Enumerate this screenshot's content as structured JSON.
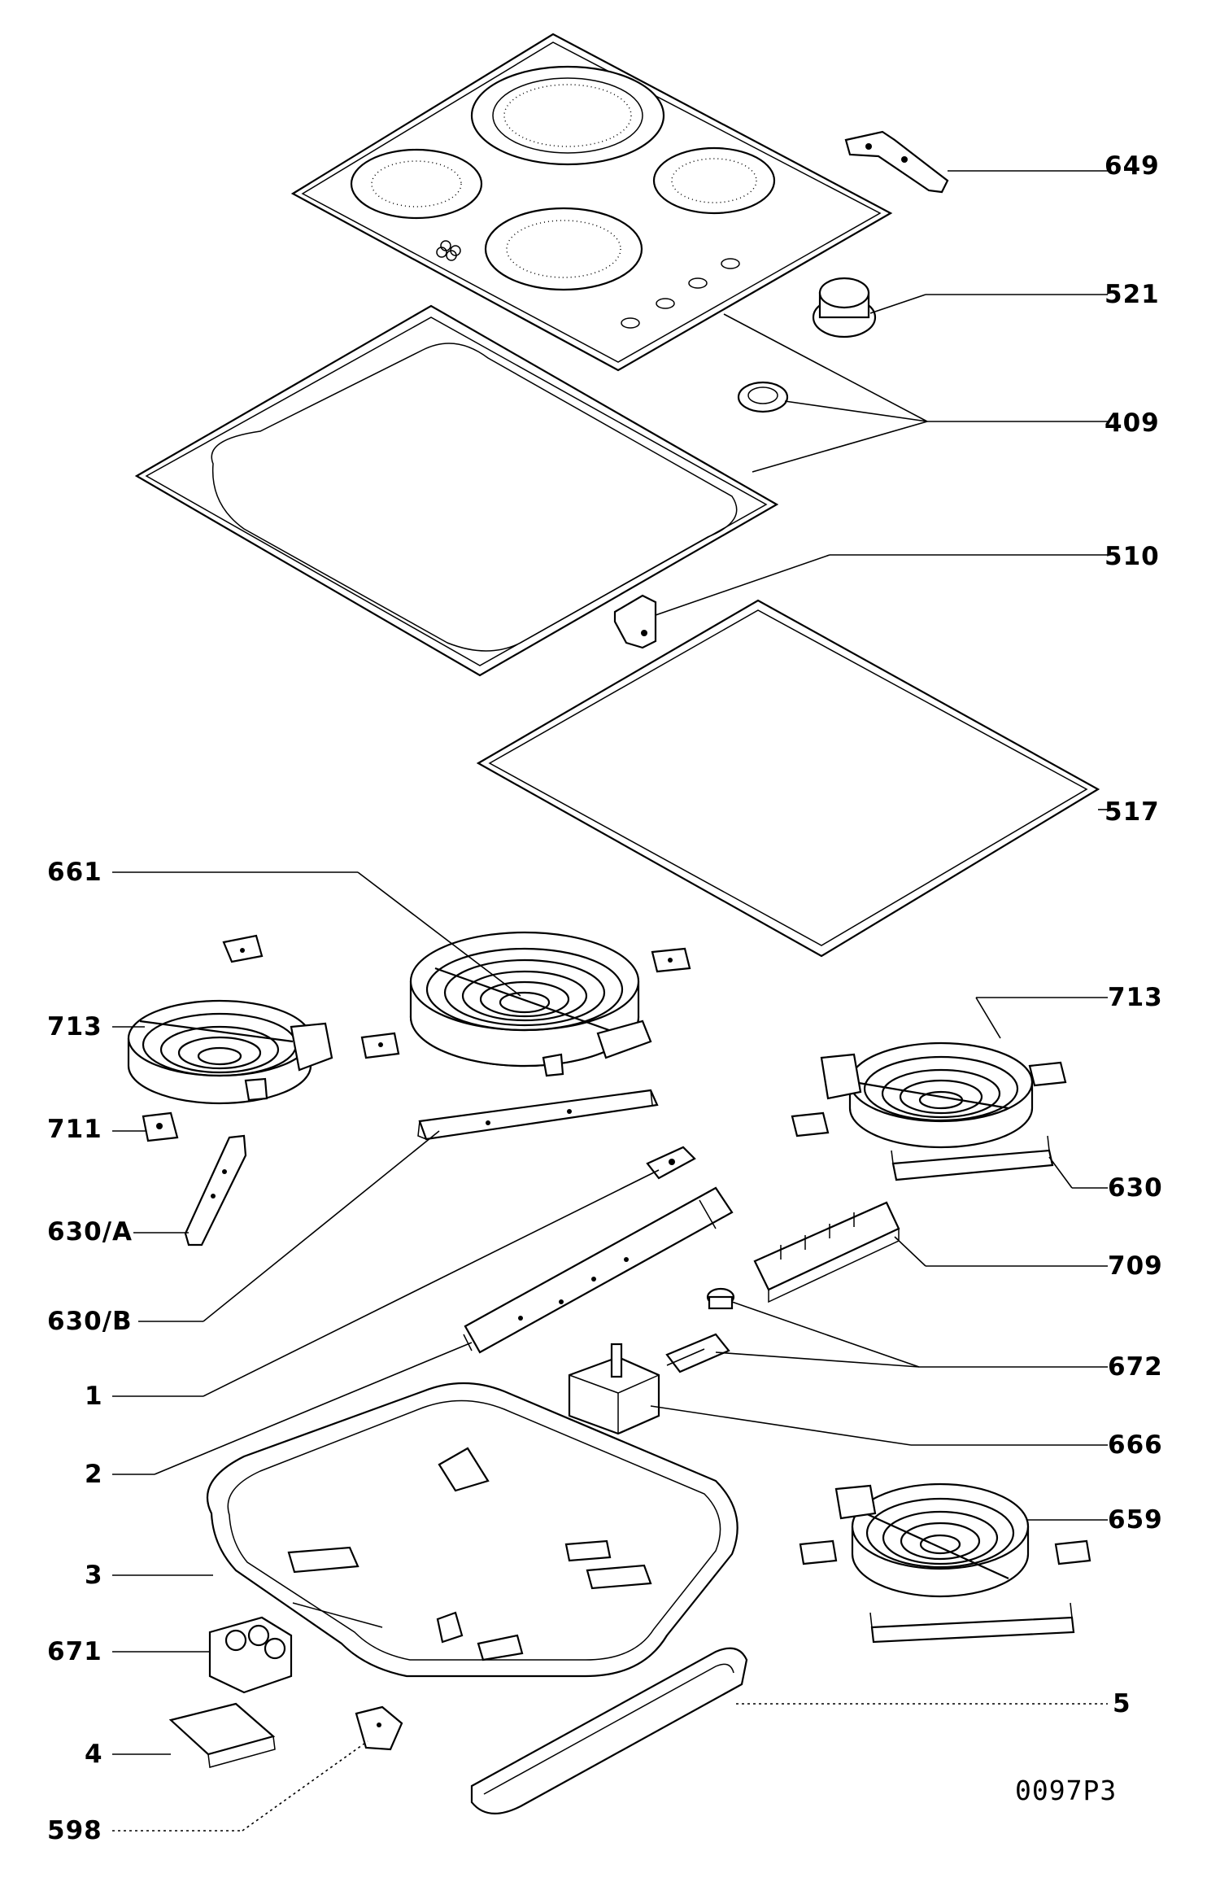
{
  "diagram_code": "0097P3",
  "labels": {
    "l649": "649",
    "l521": "521",
    "l409": "409",
    "l510": "510",
    "l517": "517",
    "l661": "661",
    "l713a": "713",
    "l713b": "713",
    "l711": "711",
    "l630a": "630/A",
    "l630": "630",
    "l709": "709",
    "l630b": "630/B",
    "l1": "1",
    "l672": "672",
    "l2": "2",
    "l666": "666",
    "l3": "3",
    "l659": "659",
    "l671": "671",
    "l5": "5",
    "l4": "4",
    "l598": "598"
  }
}
